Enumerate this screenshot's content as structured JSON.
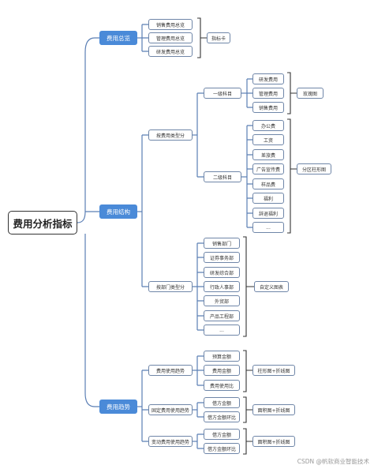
{
  "root": "费用分析指标",
  "categories": {
    "overview": {
      "label": "费用总览",
      "items": [
        "销售费用总览",
        "管理费用总览",
        "研发费用总览"
      ],
      "chart": "指标卡"
    },
    "structure": {
      "label": "费用结构",
      "by_type": {
        "label": "按费用类型分",
        "level1": {
          "label": "一级科目",
          "items": [
            "研发费用",
            "管理费用",
            "销售费用"
          ],
          "chart": "玫瑰图"
        },
        "level2": {
          "label": "二级科目",
          "items": [
            "办公费",
            "工资",
            "差旅费",
            "广告宣传费",
            "样品费",
            "福利",
            "辞退福利",
            "..."
          ],
          "chart": "分区柱形图"
        }
      },
      "by_dept": {
        "label": "按部门类型分",
        "items": [
          "销售部门",
          "证券事务部",
          "研发综合部",
          "行政人事部",
          "外贸部",
          "产品工程部",
          "..."
        ],
        "chart": "自定义图表"
      }
    },
    "trend": {
      "label": "费用趋势",
      "usage": {
        "label": "费用使用趋势",
        "items": [
          "预算金额",
          "费用金额",
          "费用使用比"
        ],
        "chart": "柱形图+折线图"
      },
      "fixed": {
        "label": "固定费用使用趋势",
        "items": [
          "借方金额",
          "借方金额环比"
        ],
        "chart": "面积图+折线图"
      },
      "variable": {
        "label": "变动费用使用趋势",
        "items": [
          "借方金额",
          "借方金额环比"
        ],
        "chart": "面积图+折线图"
      }
    }
  },
  "watermark": "CSDN @帆软商业智能技术"
}
